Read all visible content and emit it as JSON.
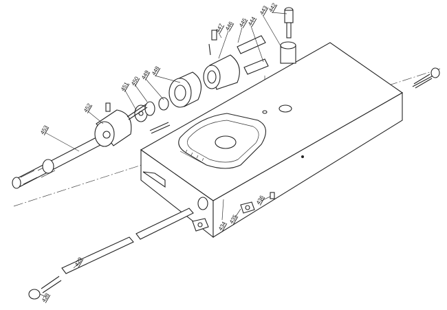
{
  "diagram": {
    "type": "exploded-assembly-drawing",
    "part_labels": [
      {
        "id": "p442",
        "text": "442"
      },
      {
        "id": "p443",
        "text": "443"
      },
      {
        "id": "p444",
        "text": "444"
      },
      {
        "id": "p445",
        "text": "445"
      },
      {
        "id": "p446",
        "text": "446"
      },
      {
        "id": "p447",
        "text": "447"
      },
      {
        "id": "p448",
        "text": "448"
      },
      {
        "id": "p449",
        "text": "449"
      },
      {
        "id": "p450",
        "text": "450"
      },
      {
        "id": "p451",
        "text": "451"
      },
      {
        "id": "p452",
        "text": "452"
      },
      {
        "id": "p453",
        "text": "453"
      },
      {
        "id": "p434",
        "text": "434"
      },
      {
        "id": "p435",
        "text": "435"
      },
      {
        "id": "p436",
        "text": "436"
      },
      {
        "id": "p429",
        "text": "429"
      },
      {
        "id": "p428",
        "text": "428"
      }
    ]
  }
}
